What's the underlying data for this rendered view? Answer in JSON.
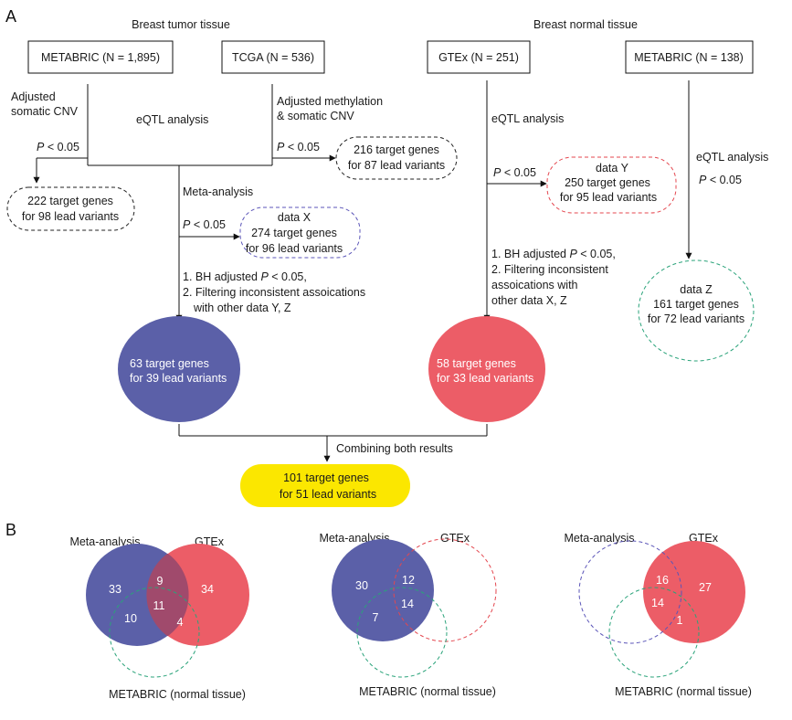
{
  "panel_a": {
    "label": "A",
    "tumor_header": "Breast tumor tissue",
    "normal_header": "Breast normal tissue",
    "metabric_tumor": "METABRIC (N = 1,895)",
    "tcga": "TCGA (N = 536)",
    "gtex": "GTEx (N = 251)",
    "metabric_normal": "METABRIC (N = 138)",
    "adjusted_cnv_1": "Adjusted",
    "adjusted_cnv_2": "somatic CNV",
    "adjusted_meth_1": "Adjusted methylation",
    "adjusted_meth_2": "& somatic CNV",
    "eqtl_tumor": "eQTL analysis",
    "eqtl_gtex": "eQTL analysis",
    "eqtl_normal": "eQTL analysis",
    "p_italic": "P",
    "p_rest": " < 0.05",
    "metabric_result_1": "222 target genes",
    "metabric_result_2": "for 98 lead variants",
    "tcga_result_1": "216 target genes",
    "tcga_result_2": "for 87 lead variants",
    "meta_analysis": "Meta-analysis",
    "data_x_1": "data X",
    "data_x_2": "274 target genes",
    "data_x_3": "for 96 lead variants",
    "data_y_1": "data Y",
    "data_y_2": "250 target genes",
    "data_y_3": "for 95 lead variants",
    "data_z_1": "data Z",
    "data_z_2": "161 target genes",
    "data_z_3": "for 72 lead variants",
    "bh_prefix": "1. BH adjusted ",
    "bh_suffix": " < 0.05,",
    "filter_left_1": "2. Filtering inconsistent assoications",
    "filter_left_2": "with other data Y, Z",
    "filter_right_1": "2. Filtering inconsistent",
    "filter_right_2": "assoications with",
    "filter_right_3": "other data X, Z",
    "tumor_final_1": "63 target genes",
    "tumor_final_2": "for 39 lead variants",
    "normal_final_1": "58 target genes",
    "normal_final_2": "for 33 lead variants",
    "combining": "Combining both results",
    "combined_1": "101 target genes",
    "combined_2": "for 51 lead variants"
  },
  "panel_b": {
    "label": "B",
    "venn1": {
      "meta_label": "Meta-analysis",
      "gtex_label": "GTEx",
      "metabric_label": "METABRIC (normal tissue)",
      "meta_only": "33",
      "meta_gtex": "9",
      "gtex_only": "34",
      "all_three": "11",
      "meta_metabric": "10",
      "gtex_metabric": "4"
    },
    "venn2": {
      "meta_label": "Meta-analysis",
      "gtex_label": "GTEx",
      "metabric_label": "METABRIC (normal tissue)",
      "meta_only": "30",
      "meta_gtex": "12",
      "all_three": "14",
      "meta_metabric": "7"
    },
    "venn3": {
      "meta_label": "Meta-analysis",
      "gtex_label": "GTEx",
      "metabric_label": "METABRIC (normal tissue)",
      "meta_gtex": "16",
      "gtex_only": "27",
      "all_three": "14",
      "gtex_metabric": "1"
    }
  },
  "colors": {
    "blue": "#5b60a8",
    "red": "#ec5d67",
    "overlap": "#a04a6c",
    "yellow": "#fbe700",
    "green_dash": "#2aa37a",
    "purple_dash": "#5b55b8",
    "red_dash": "#e4474f"
  }
}
